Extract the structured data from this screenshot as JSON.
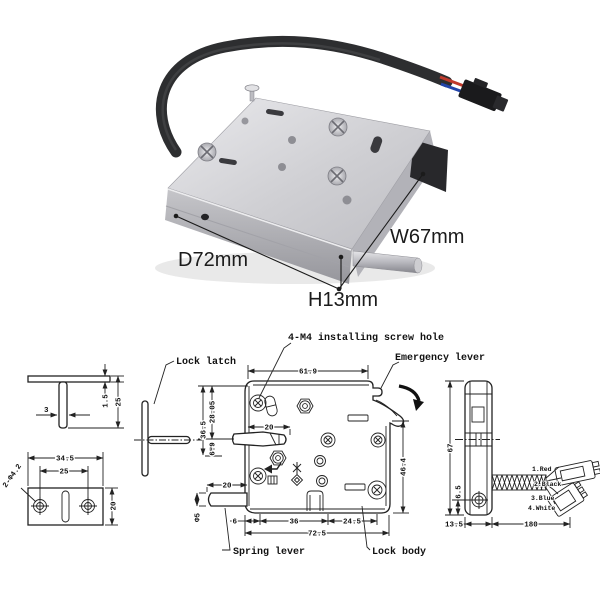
{
  "photo": {
    "dims": {
      "depth": "D72mm",
      "width": "W67mm",
      "height": "H13mm"
    },
    "colors": {
      "body": "#d6d6d9",
      "body_dark": "#a9a9ae",
      "cable": "#2d2e30",
      "connector": "#1a1a1c",
      "wire_red": "#c0392b",
      "wire_blue": "#2244aa"
    }
  },
  "drawing": {
    "callouts": {
      "screw_hole": "4-M4 installing screw hole",
      "emergency_lever": "Emergency lever",
      "lock_latch": "Lock latch",
      "spring_lever": "Spring lever",
      "lock_body": "Lock body"
    },
    "latch_side": {
      "thickness": "1.5",
      "height": "25",
      "stem": "3"
    },
    "latch_plate": {
      "width": "34.5",
      "hole_spacing": "25",
      "height": "20",
      "holes": "2-Φ4.2"
    },
    "body": {
      "top_width": "61.9",
      "left_top": "28.05",
      "left_mid": "36.5",
      "left_small": "6.9",
      "latch_len": "20",
      "lever_len": "20",
      "lever_dia": "Φ5",
      "right_height": "46.4",
      "bottom_left": "6",
      "bottom_mid": "36",
      "bottom_right": "24.5",
      "bottom_total": "72.5"
    },
    "side": {
      "height": "67",
      "hole_offset": "6.5",
      "depth": "13.5",
      "cable_length": "180"
    },
    "wires": [
      "1.Red",
      "2.Black",
      "3.Blue",
      "4.White"
    ]
  }
}
